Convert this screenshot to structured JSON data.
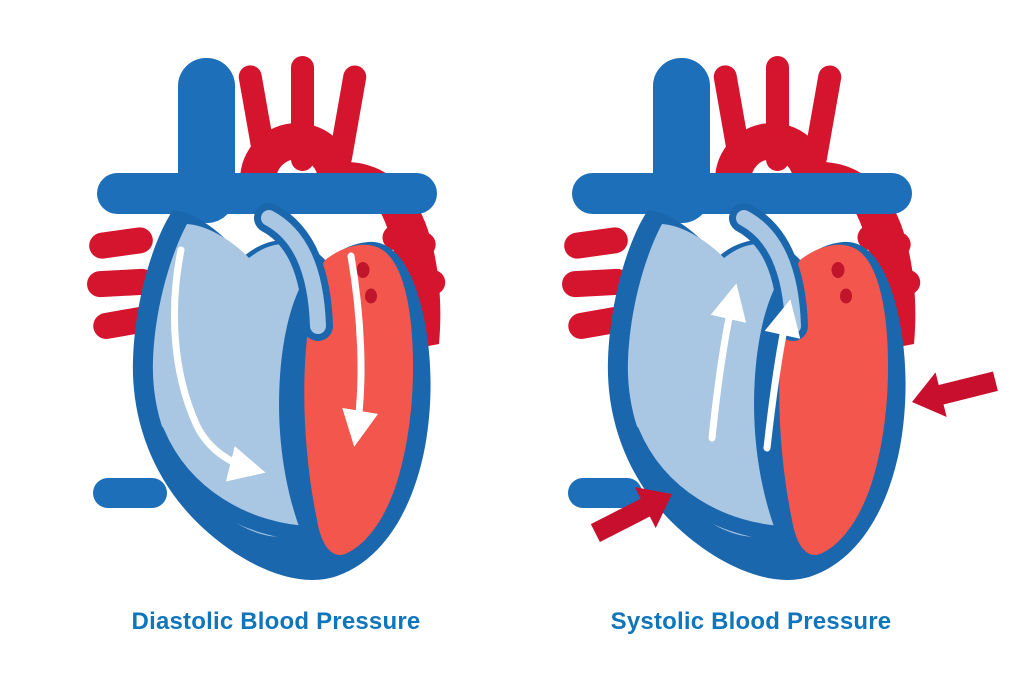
{
  "page": {
    "background": "#FFFFFF"
  },
  "panels": [
    {
      "id": "diastolic",
      "label": "Diastolic Blood Pressure"
    },
    {
      "id": "systolic",
      "label": "Systolic Blood Pressure"
    }
  ],
  "colors": {
    "label_text": "#1076BC",
    "outline_blue": "#1B67AE",
    "vessel_blue": "#1C6FB8",
    "chamber_light_blue": "#A9C6E3",
    "vessel_red": "#D5152D",
    "chamber_red": "#F2564C",
    "dot_red": "#C1152B",
    "compression_arrow_red": "#C8102E",
    "flow_arrow_white": "#FFFFFF",
    "background": "#FFFFFF"
  }
}
